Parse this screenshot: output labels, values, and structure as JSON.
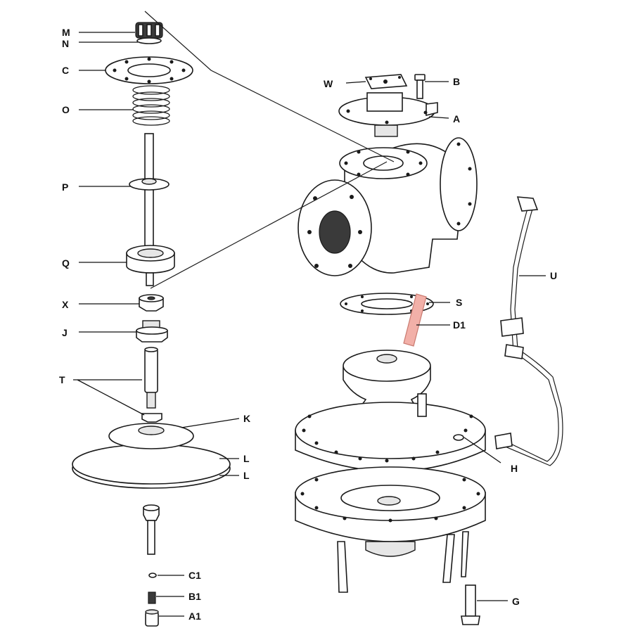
{
  "labels": {
    "M": "M",
    "N": "N",
    "C": "C",
    "O": "O",
    "P": "P",
    "Q": "Q",
    "X": "X",
    "J": "J",
    "T": "T",
    "K": "K",
    "L1": "L",
    "L2": "L",
    "C1": "C1",
    "B1": "B1",
    "A1": "A1",
    "W": "W",
    "B": "B",
    "A": "A",
    "S": "S",
    "D1": "D1",
    "U": "U",
    "H": "H",
    "G": "G"
  },
  "colors": {
    "line": "#1a1a1a",
    "highlight": "#f2b0a8",
    "fill": "#ffffff"
  }
}
